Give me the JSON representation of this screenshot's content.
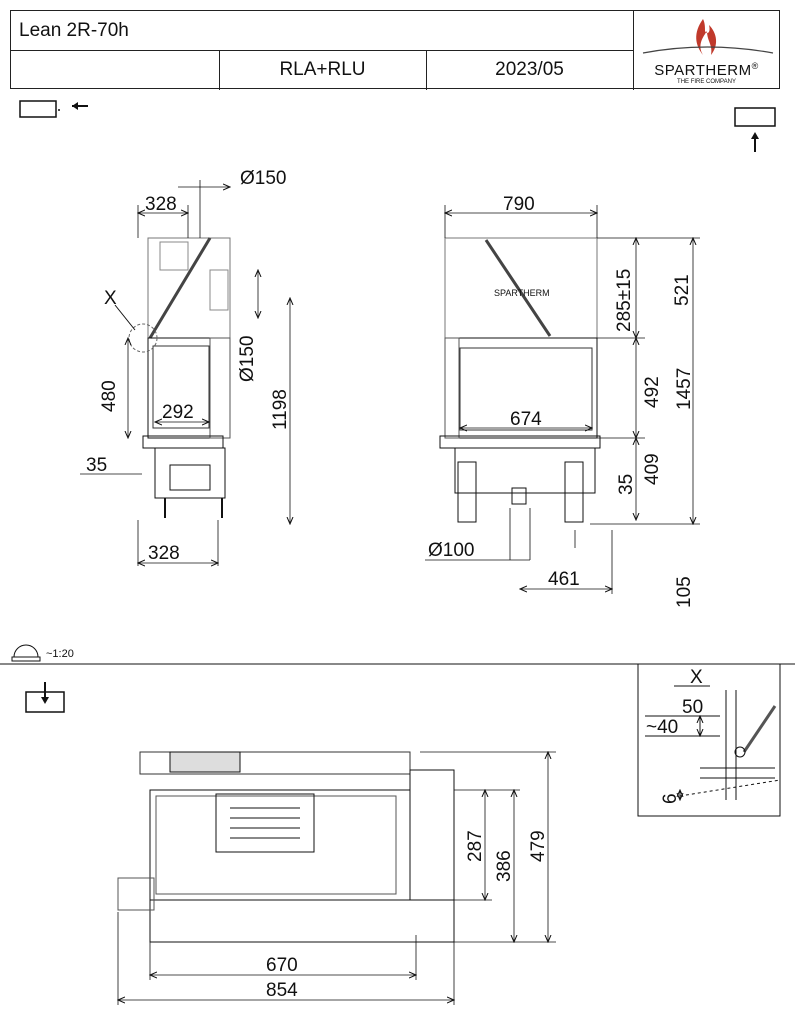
{
  "header": {
    "model": "Lean 2R-70h",
    "variant": "RLA+RLU",
    "date": "2023/05",
    "brand": "SPARTHERM",
    "brand_reg": "®",
    "brand_tagline": "THE FIRE COMPANY"
  },
  "scale_label": "~1:20",
  "side_view": {
    "detail_marker": "X",
    "dims": {
      "top_width": "328",
      "flue_top": "Ø150",
      "glass_height": "480",
      "glass_depth": "292",
      "flue_vertical": "Ø150",
      "total_height": "1198",
      "foot": "35",
      "bottom_width": "328"
    }
  },
  "front_view": {
    "logo_text": "SPARTHERM",
    "dims": {
      "width": "790",
      "flue_hint": "285±15",
      "top_part": "521",
      "glass_height": "492",
      "total_height": "1457",
      "glass_width": "674",
      "bottom": "409",
      "foot": "35",
      "air_inlet": "Ø100",
      "inlet_offset": "461",
      "floor": "105"
    }
  },
  "plan_view": {
    "dims": {
      "depth_inner": "287",
      "depth_mid": "386",
      "depth_total": "479",
      "inner_width": "670",
      "total_width": "854"
    }
  },
  "detail_x": {
    "title": "X",
    "dims": {
      "a": "50",
      "b": "~40",
      "c": "6"
    }
  }
}
